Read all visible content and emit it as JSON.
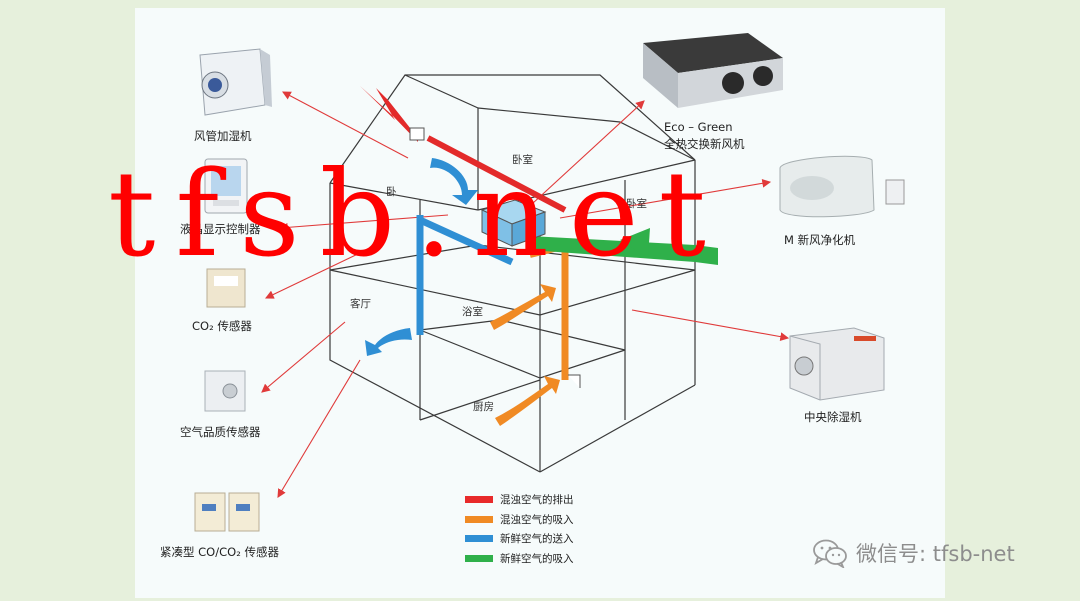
{
  "devices": {
    "duct_humidifier": "风管加湿机",
    "lcd_controller": "液晶显示控制器",
    "co2_sensor": "CO₂ 传感器",
    "air_quality_sensor": "空气品质传感器",
    "compact_sensor": "紧凑型 CO/CO₂ 传感器",
    "eco_green_line1": "Eco – Green",
    "eco_green_line2": "全热交换新风机",
    "purifier": "M   新风净化机",
    "dehumidifier": "中央除湿机"
  },
  "rooms": {
    "bedroom_1": "卧室",
    "bedroom_2": "卧",
    "bedroom_3": "卧室",
    "living_room": "客厅",
    "bathroom": "浴室",
    "kitchen": "厨房"
  },
  "legend": [
    {
      "label": "混浊空气的排出",
      "color": "#e82a2a"
    },
    {
      "label": "混浊空气的吸入",
      "color": "#f08a24"
    },
    {
      "label": "新鲜空气的送入",
      "color": "#2f8fd4"
    },
    {
      "label": "新鲜空气的吸入",
      "color": "#2fb04a"
    }
  ],
  "watermark": "tfsb.net",
  "wechat_id": "微信号: tfsb-net"
}
